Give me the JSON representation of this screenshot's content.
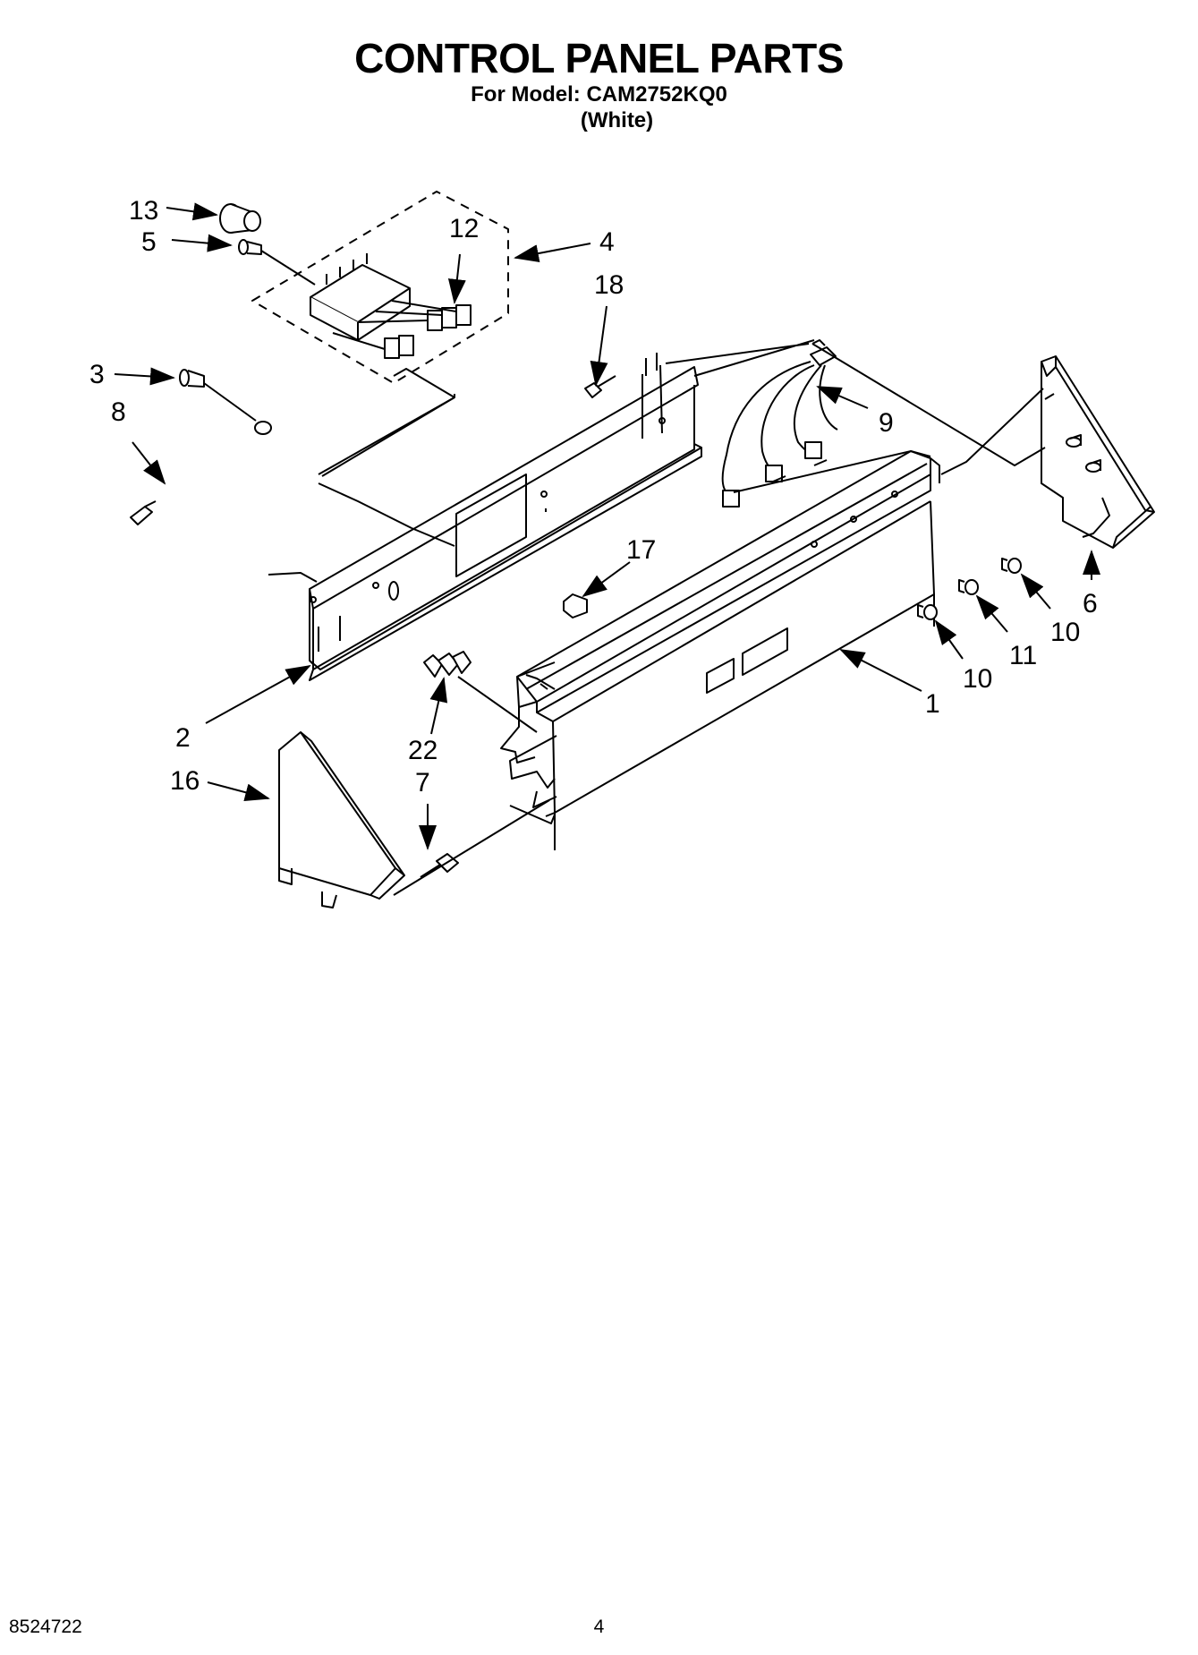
{
  "header": {
    "title": "CONTROL PANEL PARTS",
    "model_line": "For Model: CAM2752KQ0",
    "color_line": "(White)"
  },
  "footer": {
    "doc_number": "8524722",
    "page_number": "4"
  },
  "callouts": {
    "c13": "13",
    "c12": "12",
    "c4": "4",
    "c5": "5",
    "c18": "18",
    "c3": "3",
    "c8": "8",
    "c9": "9",
    "c17": "17",
    "c10a": "10",
    "c6": "6",
    "c11": "11",
    "c10b": "10",
    "c1": "1",
    "c2": "2",
    "c22": "22",
    "c16": "16",
    "c7": "7"
  }
}
